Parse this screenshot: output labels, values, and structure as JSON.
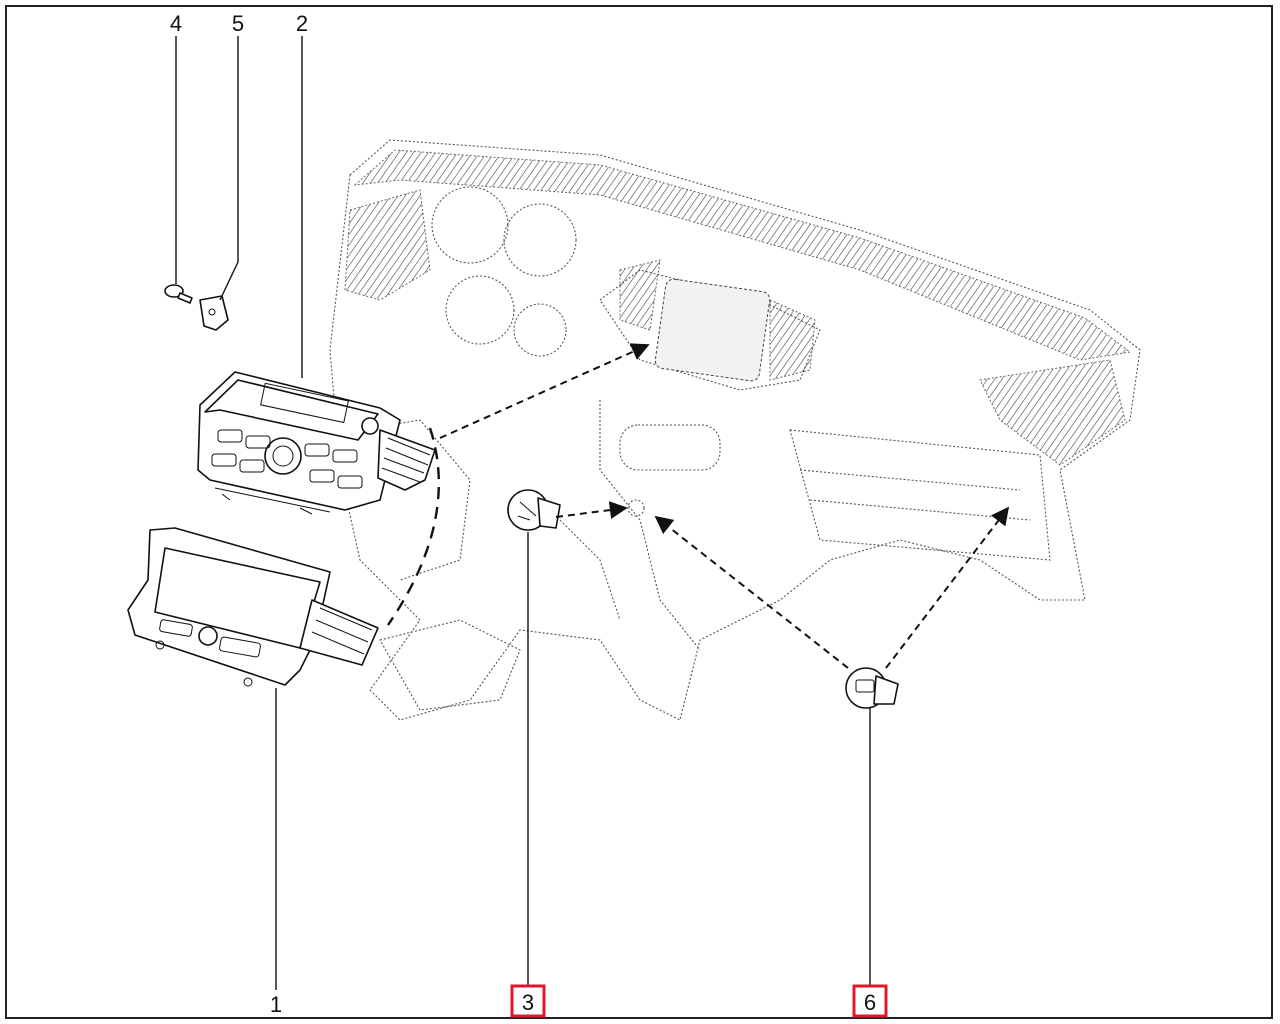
{
  "callouts": {
    "c1": "1",
    "c2": "2",
    "c3": "3",
    "c4": "4",
    "c5": "5",
    "c6": "6"
  },
  "highlight_color": "#e0182b"
}
